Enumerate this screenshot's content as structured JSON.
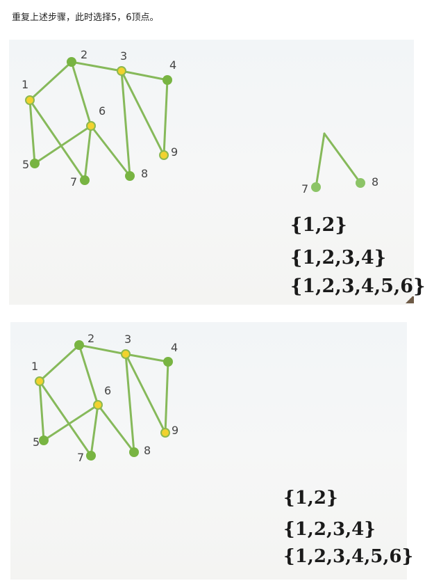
{
  "intro_text": "重复上述步骤，此时选择5，6顶点。",
  "figures": [
    {
      "graph_labels": [
        "1",
        "2",
        "3",
        "4",
        "5",
        "6",
        "7",
        "8",
        "9"
      ],
      "subgraph_labels": [
        "7",
        "8"
      ],
      "sets": [
        "{1,2}",
        "{1,2,3,4}",
        "{1,2,3,4,5,6}"
      ],
      "colors": {
        "edge": "#86b95a",
        "node": "#78b442",
        "highlight": "#f2d22e"
      }
    },
    {
      "graph_labels": [
        "1",
        "2",
        "3",
        "4",
        "5",
        "6",
        "7",
        "8",
        "9"
      ],
      "sets": [
        "{1,2}",
        "{1,2,3,4}",
        "{1,2,3,4,5,6}"
      ],
      "colors": {
        "edge": "#86b95a",
        "node": "#78b442",
        "highlight": "#f2d22e"
      }
    }
  ]
}
